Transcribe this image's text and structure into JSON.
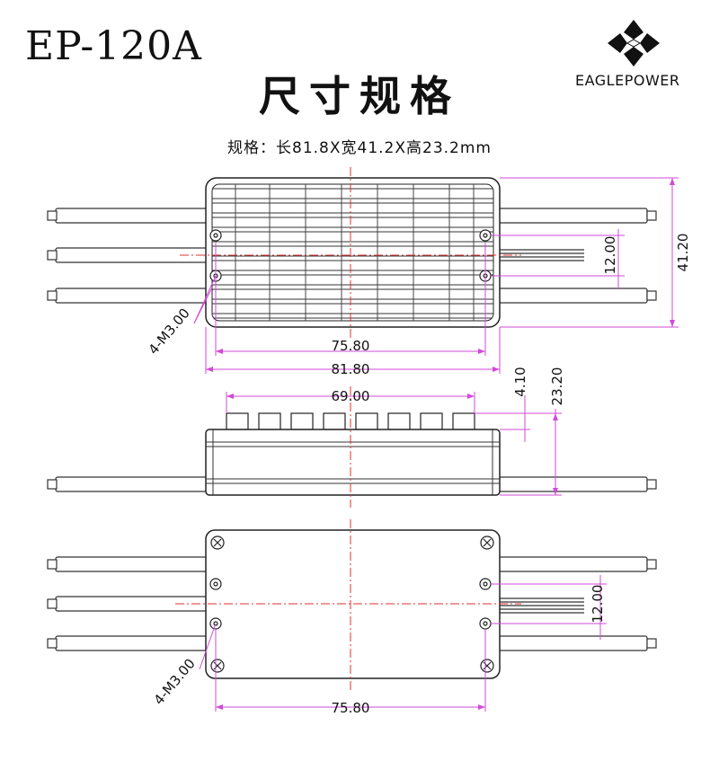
{
  "header": {
    "model": "EP-120A",
    "title": "尺寸规格",
    "spec": "规格：长81.8X宽41.2X高23.2mm",
    "brand": "EAGLEPOWER",
    "logo_icon": "eaglepower-logo"
  },
  "top_view": {
    "width_inner": "75.80",
    "width_outer": "81.80",
    "height_inner": "12.00",
    "height_outer": "41.20",
    "holes": "4-M3.00"
  },
  "side_view": {
    "fin_span": "69.00",
    "fin_height": "4.10",
    "total_height": "23.20"
  },
  "bottom_view": {
    "width_inner": "75.80",
    "height_inner": "12.00",
    "holes": "4-M3.00"
  },
  "colors": {
    "outline": "#222222",
    "dimension": "#d24ad8",
    "centerline": "#e03030"
  }
}
